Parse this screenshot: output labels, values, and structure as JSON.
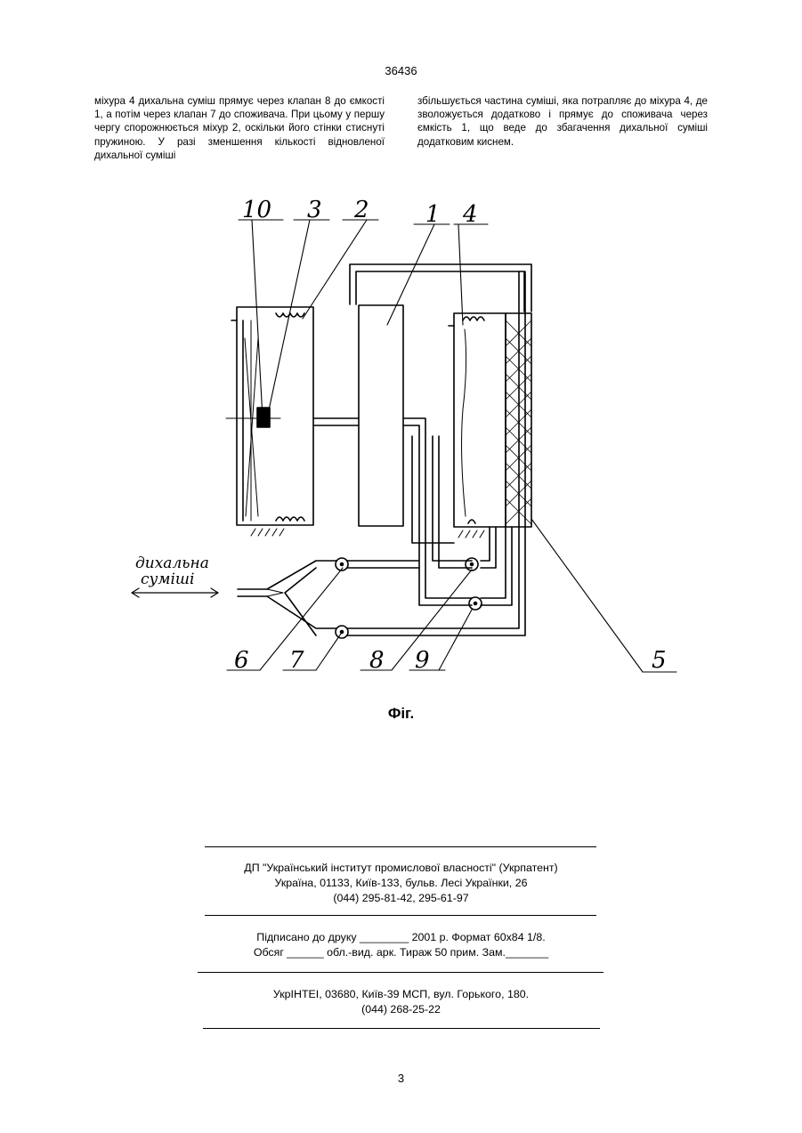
{
  "header": {
    "patent_number": "36436"
  },
  "body_text": {
    "left_column": "міхура 4 дихальна суміш прямує через клапан 8 до ємкості 1, а потім через клапан 7 до споживача. При цьому у першу чергу спорожнюється міхур 2, оскільки його стінки стиснуті пружиною. У разі зменшення кількості відновленої дихальної суміші",
    "right_column": "збільшується частина суміші, яка потрапляє до міхура 4, де зволожується додатково і прямує до споживача через ємкість 1, що веде до збагачення дихальної суміші додатковим киснем."
  },
  "figure": {
    "labels": [
      "10",
      "3",
      "2",
      "1",
      "4",
      "5",
      "6",
      "7",
      "8",
      "9"
    ],
    "arrow_label_line1": "дихальна",
    "arrow_label_line2": "суміші",
    "caption": "Фіг."
  },
  "footer": {
    "publisher_line1": "ДП \"Український інститут промислової власності\" (Укрпатент)",
    "publisher_line2": "Україна, 01133, Київ-133, бульв. Лесі Українки, 26",
    "publisher_line3": "(044) 295-81-42, 295-61-97",
    "print_line1": "Підписано до друку ________ 2001 р.    Формат 60х84 1/8.",
    "print_line2": "Обсяг ______ обл.-вид. арк.   Тираж 50 прим.    Зам._______",
    "printer_line1": "УкрІНТЕІ, 03680, Київ-39 МСП, вул. Горького, 180.",
    "printer_line2": "(044) 268-25-22"
  },
  "page": {
    "number": "3"
  }
}
